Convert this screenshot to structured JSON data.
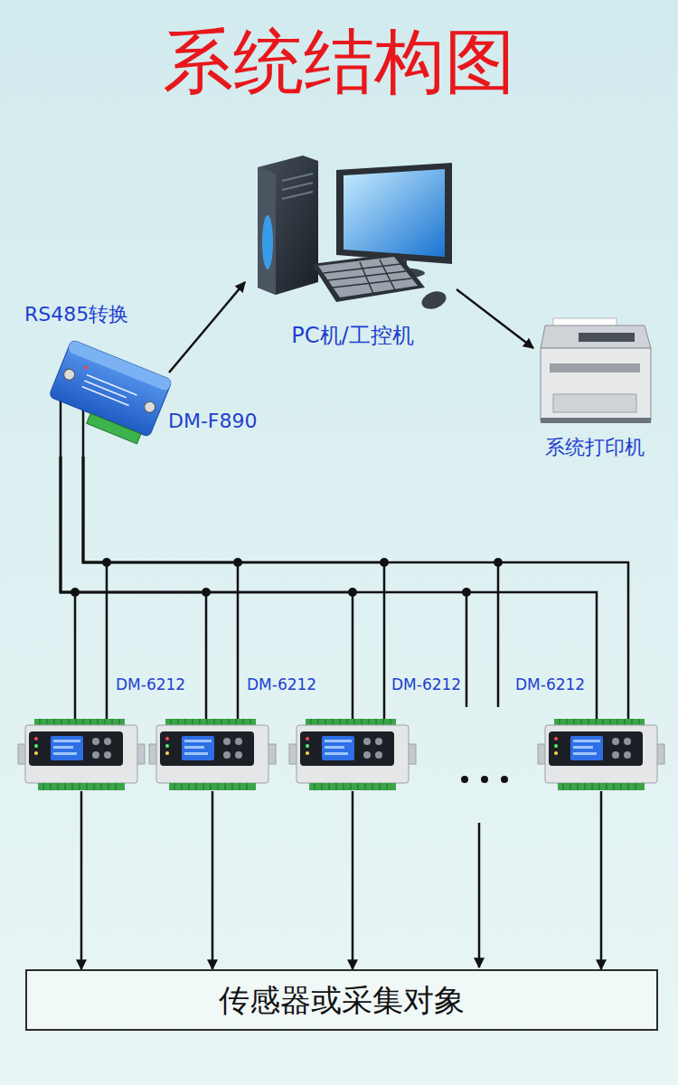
{
  "diagram": {
    "title": "系统结构图",
    "nodes": [
      {
        "text": [
          "PC机/工控机"
        ]
      },
      {
        "text": [
          "RS485转换",
          "DM-F890"
        ]
      },
      {
        "text": [
          "系统打印机"
        ]
      },
      {
        "text": [
          "DM-6212"
        ]
      },
      {
        "text": [
          "DM-6212"
        ]
      },
      {
        "text": [
          "DM-6212"
        ]
      },
      {
        "text": [
          "DM-6212"
        ]
      },
      {
        "text": [
          "传感器或采集对象"
        ]
      }
    ],
    "edges": [
      {
        "from": 1,
        "to": 0,
        "arrow": "to"
      },
      {
        "from": 0,
        "to": 2,
        "arrow": "to"
      },
      {
        "from": 1,
        "to": 3,
        "arrow": "none"
      },
      {
        "from": 1,
        "to": 4,
        "arrow": "none"
      },
      {
        "from": 1,
        "to": 5,
        "arrow": "none"
      },
      {
        "from": 1,
        "to": 6,
        "arrow": "none"
      },
      {
        "from": 3,
        "to": 7,
        "arrow": "to"
      },
      {
        "from": 4,
        "to": 7,
        "arrow": "to"
      },
      {
        "from": 5,
        "to": 7,
        "arrow": "to"
      },
      {
        "from": 6,
        "to": 7,
        "arrow": "to"
      }
    ]
  }
}
